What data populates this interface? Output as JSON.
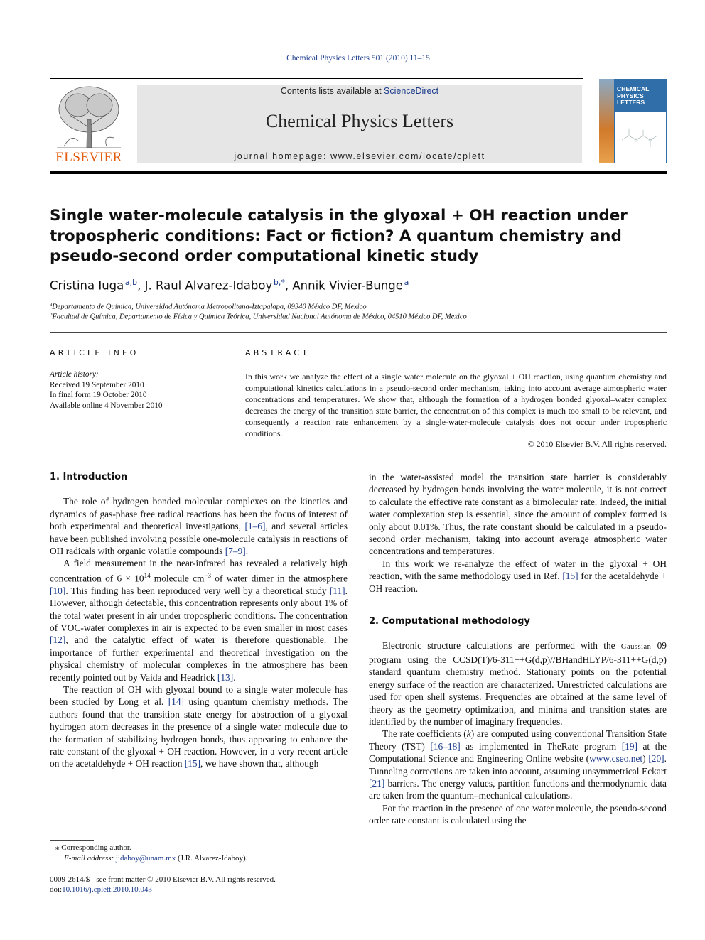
{
  "header": {
    "journal_ref": "Chemical Physics Letters 501 (2010) 11–15",
    "contents_prefix": "Contents lists available at ",
    "contents_link": "ScienceDirect",
    "journal_name": "Chemical Physics Letters",
    "homepage": "journal homepage: www.elsevier.com/locate/cplett",
    "publisher_logo_text": "ELSEVIER",
    "cover_title_lines": [
      "CHEMICAL",
      "PHYSICS",
      "LETTERS"
    ],
    "colors": {
      "link": "#1a3a8a",
      "elsevier_orange": "#e35b0e",
      "cover_blue": "#2f6ea8"
    }
  },
  "article": {
    "title": "Single water-molecule catalysis in the glyoxal + OH reaction under tropospheric conditions: Fact or fiction? A quantum chemistry and pseudo-second order computational kinetic study",
    "authors": [
      {
        "name": "Cristina Iuga",
        "sup": "a,b",
        "sep": ", "
      },
      {
        "name": "J. Raul Alvarez-Idaboy",
        "sup": "b,*",
        "sep": ", "
      },
      {
        "name": "Annik Vivier-Bunge",
        "sup": "a",
        "sep": ""
      }
    ],
    "affiliations": [
      {
        "mark": "a",
        "text": "Departamento de Química, Universidad Autónoma Metropolitana-Iztapalapa, 09340 México DF, Mexico"
      },
      {
        "mark": "b",
        "text": "Facultad de Química, Departamento de Física y Química Teórica, Universidad Nacional Autónoma de México, 04510 México DF, Mexico"
      }
    ]
  },
  "article_info": {
    "heading": "ARTICLE INFO",
    "history_label": "Article history:",
    "received": "Received 19 September 2010",
    "final_form": "In final form 19 October 2010",
    "online": "Available online 4 November 2010"
  },
  "abstract": {
    "heading": "ABSTRACT",
    "text": "In this work we analyze the effect of a single water molecule on the glyoxal + OH reaction, using quantum chemistry and computational kinetics calculations in a pseudo-second order mechanism, taking into account average atmospheric water concentrations and temperatures. We show that, although the formation of a hydrogen bonded glyoxal–water complex decreases the energy of the transition state barrier, the concentration of this complex is much too small to be relevant, and consequently a reaction rate enhancement by a single-water-molecule catalysis does not occur under tropospheric conditions.",
    "copyright": "© 2010 Elsevier B.V. All rights reserved."
  },
  "body": {
    "intro_heading": "1. Introduction",
    "p1": [
      "The role of hydrogen bonded molecular complexes on the kinetics and dynamics of gas-phase free radical reactions has been the focus of interest of both experimental and theoretical investigations, ",
      "[1–6]",
      ", and several articles have been published involving possible one-molecule catalysis in reactions of OH radicals with organic volatile compounds ",
      "[7–9]",
      "."
    ],
    "p2": [
      "A field measurement in the near-infrared has revealed a relatively high concentration of 6 × 10",
      "14",
      " molecule cm",
      "−3",
      " of water dimer in the atmosphere ",
      "[10]",
      ". This finding has been reproduced very well by a theoretical study ",
      "[11]",
      ". However, although detectable, this concentration represents only about 1% of the total water present in air under tropospheric conditions. The concentration of VOC-water complexes in air is expected to be even smaller in most cases ",
      "[12]",
      ", and the catalytic effect of water is therefore questionable. The importance of further experimental and theoretical investigation on the physical chemistry of molecular complexes in the atmosphere has been recently pointed out by Vaida and Headrick ",
      "[13]",
      "."
    ],
    "p3": [
      "The reaction of OH with glyoxal bound to a single water molecule has been studied by Long et al. ",
      "[14]",
      " using quantum chemistry methods. The authors found that the transition state energy for abstraction of a glyoxal hydrogen atom decreases in the presence of a single water molecule due to the formation of stabilizing hydrogen bonds, thus appearing to enhance the rate constant of the glyoxal + OH reaction. However, in a very recent article on the acetaldehyde + OH reaction ",
      "[15]",
      ", we have shown that, although"
    ],
    "p4": "in the water-assisted model the transition state barrier is considerably decreased by hydrogen bonds involving the water molecule, it is not correct to calculate the effective rate constant as a bimolecular rate. Indeed, the initial water complexation step is essential, since the amount of complex formed is only about 0.01%. Thus, the rate constant should be calculated in a pseudo-second order mechanism, taking into account average atmospheric water concentrations and temperatures.",
    "p5": [
      "In this work we re-analyze the effect of water in the glyoxal + OH reaction, with the same methodology used in Ref. ",
      "[15]",
      " for the acetaldehyde + OH reaction."
    ],
    "comp_heading": "2. Computational methodology",
    "p6": [
      "Electronic structure calculations are performed with the ",
      "Gaussian",
      " 09 program using the CCSD(T)/6-311++G(d,p)//BHandHLYP/6-311++G(d,p) standard quantum chemistry method. Stationary points on the potential energy surface of the reaction are characterized. Unrestricted calculations are used for open shell systems. Frequencies are obtained at the same level of theory as the geometry optimization, and minima and transition states are identified by the number of imaginary frequencies."
    ],
    "p7": [
      "The rate coefficients (",
      "k",
      ") are computed using conventional Transition State Theory (TST) ",
      "[16–18]",
      " as implemented in TheRate program ",
      "[19]",
      " at the Computational Science and Engineering Online website (",
      "www.cseo.net",
      ") ",
      "[20]",
      ". Tunneling corrections are taken into account, assuming unsymmetrical Eckart ",
      "[21]",
      " barriers. The energy values, partition functions and thermodynamic data are taken from the quantum–mechanical calculations."
    ],
    "p8": "For the reaction in the presence of one water molecule, the pseudo-second order rate constant is calculated using the"
  },
  "footnotes": {
    "corresponding": "⁎ Corresponding author.",
    "email_label": "E-mail address:",
    "email": "jidaboy@unam.mx",
    "email_suffix": " (J.R. Alvarez-Idaboy).",
    "issn_line": "0009-2614/$ - see front matter © 2010 Elsevier B.V. All rights reserved.",
    "doi_label": "doi:",
    "doi": "10.1016/j.cplett.2010.10.043"
  }
}
